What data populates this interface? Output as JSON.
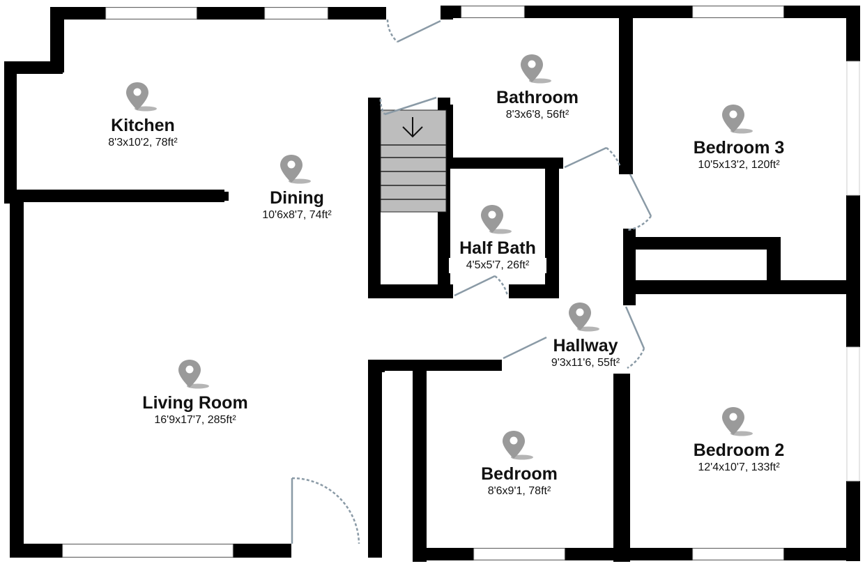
{
  "rooms": [
    {
      "id": "kitchen",
      "name": "Kitchen",
      "dims": "8'3x10'2, 78ft²"
    },
    {
      "id": "dining",
      "name": "Dining",
      "dims": "10'6x8'7, 74ft²"
    },
    {
      "id": "bathroom",
      "name": "Bathroom",
      "dims": "8'3x6'8, 56ft²"
    },
    {
      "id": "bedroom3",
      "name": "Bedroom 3",
      "dims": "10'5x13'2, 120ft²"
    },
    {
      "id": "halfbath",
      "name": "Half Bath",
      "dims": "4'5x5'7, 26ft²"
    },
    {
      "id": "hallway",
      "name": "Hallway",
      "dims": "9'3x11'6, 55ft²"
    },
    {
      "id": "livingroom",
      "name": "Living Room",
      "dims": "16'9x17'7, 285ft²"
    },
    {
      "id": "bedroom",
      "name": "Bedroom",
      "dims": "8'6x9'1, 78ft²"
    },
    {
      "id": "bedroom2",
      "name": "Bedroom 2",
      "dims": "12'4x10'7, 133ft²"
    }
  ],
  "icons": {
    "room_marker": "map-pin-icon",
    "stairs": "stairs-down-arrow-icon"
  },
  "colors": {
    "wall": "#000000",
    "door": "#8a9aa6",
    "stairs": "#bdbdbd",
    "pin": "#9a9a9a"
  }
}
